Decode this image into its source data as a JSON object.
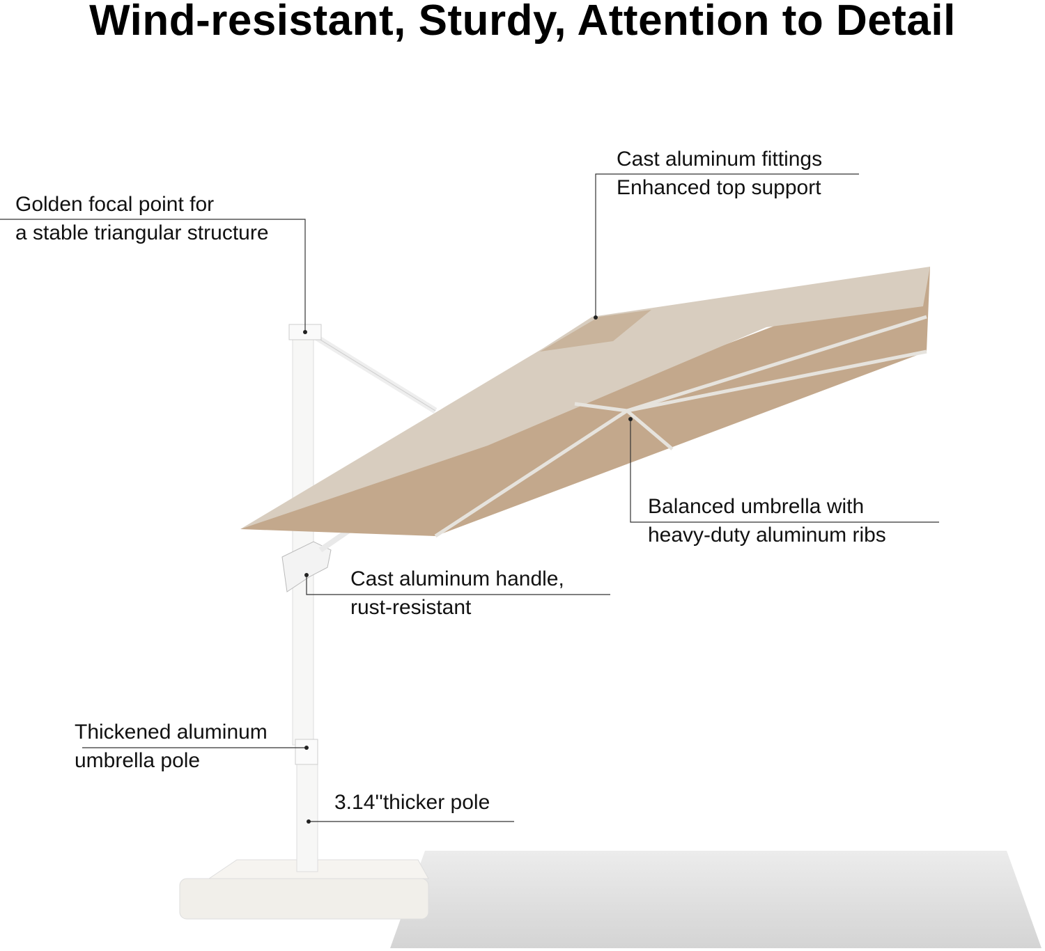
{
  "title": "Wind-resistant, Sturdy, Attention to Detail",
  "callouts": [
    {
      "line1": "Golden focal point for",
      "line2": "a stable triangular structure"
    },
    {
      "line1": "Cast aluminum fittings",
      "line2": "Enhanced top support"
    },
    {
      "line1": "Balanced umbrella with",
      "line2": "heavy-duty aluminum ribs"
    },
    {
      "line1": "Cast aluminum handle,",
      "line2": "rust-resistant"
    },
    {
      "line1": "Thickened aluminum",
      "line2": "umbrella pole"
    },
    {
      "line1": "3.14''thicker pole"
    }
  ],
  "colors": {
    "canopy_top": "#d8cdbf",
    "canopy_under": "#c3a88c",
    "frame": "#f4f4f2",
    "shadow": "#dcdcdc"
  }
}
